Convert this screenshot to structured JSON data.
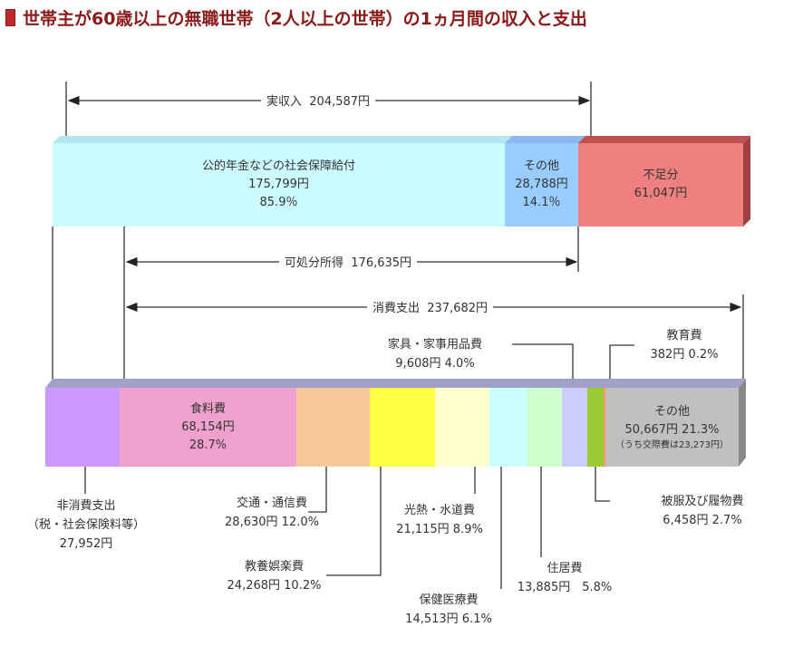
{
  "title": "世帯主が60歳以上の無職世帯（2人以上の世帯）の1ヵ月間の収入と支出",
  "income": {
    "label": "実収入",
    "value": "204,587円"
  },
  "disposable": {
    "label": "可処分所得",
    "value": "176,635円"
  },
  "consumption": {
    "label": "消費支出",
    "value": "237,682円"
  },
  "top_bar": [
    {
      "name": "公的年金などの社会保障給付",
      "value": "175,799円",
      "pct": "85.9％",
      "color": "#ccfcff"
    },
    {
      "name": "その他",
      "value": "28,788円",
      "pct": "14.1％",
      "color": "#99ccff"
    },
    {
      "name": "不足分",
      "value": "61,047円",
      "color": "#f08080"
    }
  ],
  "bottom_bar": [
    {
      "name": "非消費支出",
      "sub": "（税・社会保険料等）",
      "value": "27,952円",
      "color": "#cc99ff"
    },
    {
      "name": "食料費",
      "value": "68,154円",
      "pct": "28.7%",
      "color": "#f0a0cc"
    },
    {
      "name": "交通・通信費",
      "value": "28,630円 12.0%",
      "color": "#f8c898"
    },
    {
      "name": "教養娯楽費",
      "value": "24,268円 10.2%",
      "color": "#ffff44"
    },
    {
      "name": "光熱・水道費",
      "value": "21,115円 8.9%",
      "color": "#ffffcc"
    },
    {
      "name": "保健医療費",
      "value": "14,513円 6.1%",
      "color": "#ccffff"
    },
    {
      "name": "住居費",
      "value": "13,885円　5.8%",
      "color": "#ccffcc"
    },
    {
      "name": "家具・家事用品費",
      "value": "9,608円 4.0%",
      "color": "#ccccff"
    },
    {
      "name": "被服及び履物費",
      "value": "6,458円 2.7%",
      "color": "#99cc33"
    },
    {
      "name": "教育費",
      "value": "382円 0.2%",
      "color": "#ff9966"
    },
    {
      "name": "その他",
      "value": "50,667円 21.3%",
      "note": "（うち交際費は23,273円）",
      "color": "#c0c0c0"
    }
  ]
}
